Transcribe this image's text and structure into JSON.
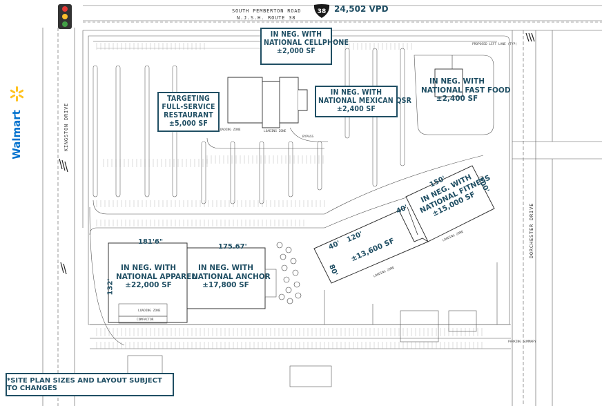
{
  "roads": {
    "north_name": "SOUTH PEMBERTON ROAD",
    "north_sub": "N.J.S.H. ROUTE 38",
    "route_number": "38",
    "traffic": "24,502 VPD",
    "west": "KINGSTON DRIVE",
    "east": "DORCHESTER DRIVE"
  },
  "anchor_brand": "Walmart",
  "labels": {
    "cellphone": [
      "IN NEG. WITH",
      "NATIONAL CELLPHONE",
      "±2,000 SF"
    ],
    "restaurant": [
      "TARGETING",
      "FULL-SERVICE",
      "RESTAURANT",
      "±5,000 SF"
    ],
    "mexican": [
      "IN NEG. WITH",
      "NATIONAL MEXICAN QSR",
      "±2,400 SF"
    ],
    "fastfood": [
      "IN NEG. WITH",
      "NATIONAL FAST FOOD",
      "±2,400 SF"
    ],
    "fitness": [
      "IN NEG. WITH",
      "NATIONAL FITNESS",
      "±15,000 SF"
    ],
    "apparel": [
      "IN NEG. WITH",
      "NATIONAL APPAREL",
      "±22,000 SF"
    ],
    "anchor": [
      "IN NEG. WITH",
      "NATIONAL ANCHOR",
      "±17,800 SF"
    ],
    "inline": "±13,600 SF"
  },
  "dimensions": {
    "apparel_width": "181'6\"",
    "anchor_width": "175.67'",
    "apparel_depth": "132'",
    "fitness_width": "150'",
    "fitness_depth": "100'",
    "inline_width": "120'",
    "inline_step": "40'",
    "inline_left": "40'",
    "inline_depth": "80'"
  },
  "plan_text": {
    "loading_zone": "LOADING ZONE",
    "loading_zone_2": "LOADING ZONE",
    "loading_zone_3": "LOADING ZONE",
    "loading_zone_4": "LOADING ZONE",
    "loading_zone_5": "LOADING ZONE",
    "compactor": "COMPACTOR",
    "bypass": "BYPASS",
    "proposed": "PROPOSED LEFT LANE (TYP)",
    "parking_summary": "PARKING SUMMARY"
  },
  "note": "*SITE PLAN SIZES AND LAYOUT SUBJECT TO CHANGES",
  "colors": {
    "navy": "#1f4e63",
    "walmart_blue": "#0071ce",
    "walmart_yellow": "#ffc220",
    "shield": "#1a1a1a"
  }
}
